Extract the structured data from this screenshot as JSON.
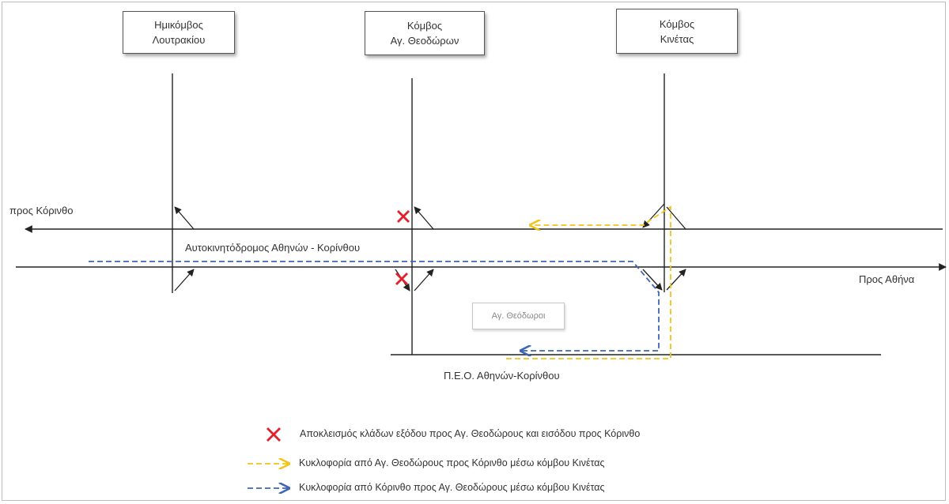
{
  "nodes": {
    "loutraki": "Ημικόμβος\nΛουτρακίου",
    "ag_theodoron": "Κόμβος\nΑγ. Θεοδώρων",
    "kinetas": "Κόμβος\nΚινέτας"
  },
  "labels": {
    "to_korinthos": "προς Κόρινθο",
    "to_athens": "Προς Αθήνα",
    "motorway": "Αυτοκινητόδρομος Αθηνών - Κορίνθου",
    "old_road": "Π.Ε.Ο. Αθηνών-Κορίνθου",
    "ag_theodoroi": "Αγ. Θεόδωροι"
  },
  "legend": [
    {
      "symbol": "red-cross",
      "color": "#e0202a",
      "text": "Αποκλεισμός κλάδων εξόδου προς Αγ. Θεοδώρους και εισόδου προς Κόρινθο"
    },
    {
      "symbol": "yellow-dashed-arrow",
      "color": "#f2c41a",
      "text": "Κυκλοφορία από Αγ. Θεοδώρους προς Κόρινθο μέσω κόμβου Κινέτας"
    },
    {
      "symbol": "blue-dashed-arrow",
      "color": "#3f66b4",
      "text": "Κυκλοφορία από Κόρινθο προς Αγ. Θεοδώρους μέσω κόμβου Κινέτας"
    }
  ]
}
